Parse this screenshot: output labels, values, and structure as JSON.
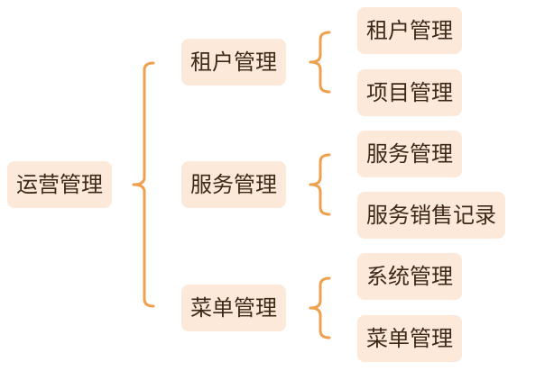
{
  "colors": {
    "node_fill": "#fde9d9",
    "text": "#3c2a17",
    "connector": "#eea04f"
  },
  "tree": {
    "label": "运营管理",
    "children": [
      {
        "label": "租户管理",
        "children": [
          {
            "label": "租户管理"
          },
          {
            "label": "项目管理"
          }
        ]
      },
      {
        "label": "服务管理",
        "children": [
          {
            "label": "服务管理"
          },
          {
            "label": "服务销售记录"
          }
        ]
      },
      {
        "label": "菜单管理",
        "children": [
          {
            "label": "系统管理"
          },
          {
            "label": "菜单管理"
          }
        ]
      }
    ]
  }
}
